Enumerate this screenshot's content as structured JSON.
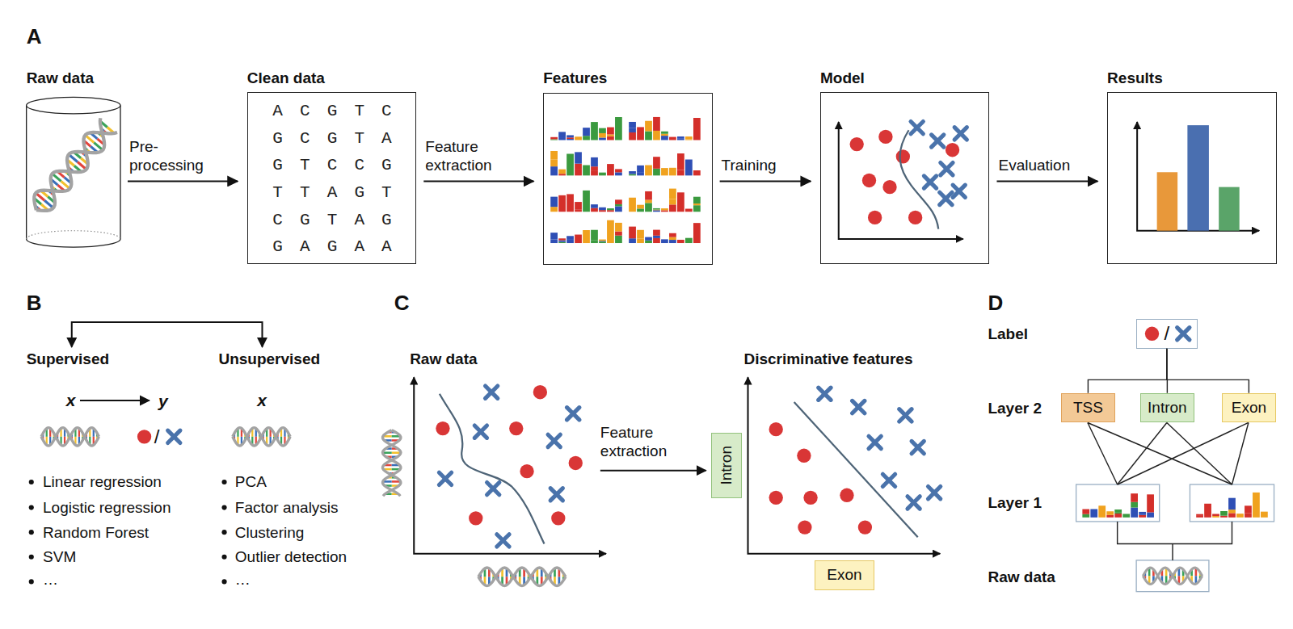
{
  "diagram": {
    "nodes": [
      {
        "text": [
          "Raw data"
        ]
      },
      {
        "text": [
          "Clean data",
          "A C G T C",
          "G C G T A",
          "G T C C G",
          "T T A G T",
          "C G T A G",
          "G A G A A"
        ]
      },
      {
        "text": [
          "Features"
        ]
      },
      {
        "text": [
          "Model"
        ]
      },
      {
        "text": [
          "Results"
        ]
      },
      {
        "text": [
          "Intron"
        ]
      },
      {
        "text": [
          "Exon"
        ]
      },
      {
        "text": [
          "/"
        ]
      },
      {
        "text": [
          "TSS"
        ]
      },
      {
        "text": [
          "Intron"
        ]
      },
      {
        "text": [
          "Exon"
        ]
      }
    ],
    "edges": [
      {
        "from": 0,
        "to": 1,
        "label": "Pre- processing",
        "arrow": "to"
      },
      {
        "from": 1,
        "to": 2,
        "label": "Feature extraction",
        "arrow": "to"
      },
      {
        "from": 2,
        "to": 3,
        "label": "Training",
        "arrow": "to"
      },
      {
        "from": 3,
        "to": 4,
        "label": "Evaluation",
        "arrow": "to"
      },
      {
        "from": 7,
        "to": 8,
        "arrow": "none"
      },
      {
        "from": 7,
        "to": 9,
        "arrow": "none"
      },
      {
        "from": 7,
        "to": 10,
        "arrow": "none"
      }
    ],
    "labels": [
      "A",
      "B",
      "Supervised",
      "Unsupervised",
      "x",
      "y",
      "/",
      "x",
      "Linear regression",
      "Logistic regression",
      "Random Forest",
      "SVM",
      "…",
      "PCA",
      "Factor analysis",
      "Clustering",
      "Outlier detection",
      "…",
      "C",
      "Raw data",
      "Feature extraction",
      "Discriminative features",
      "D",
      "Label",
      "Layer 2",
      "Layer 1",
      "Raw data"
    ]
  }
}
